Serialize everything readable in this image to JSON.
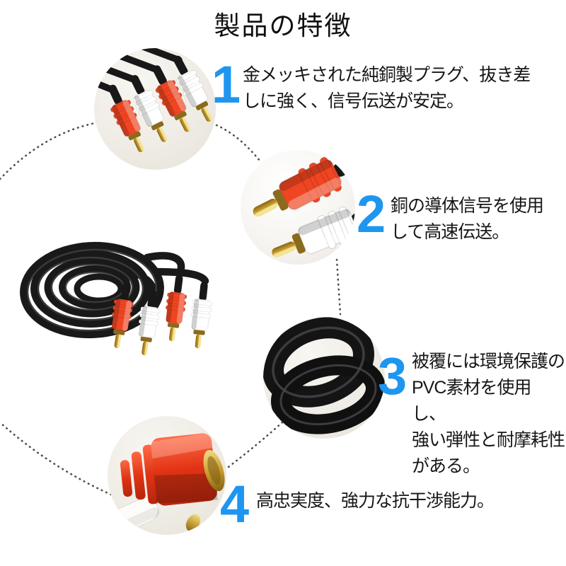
{
  "title": "製品の特徴",
  "colors": {
    "accent": "#1e96f0",
    "dot": "#4d4d4d",
    "text": "#161616"
  },
  "features": [
    {
      "num": "1",
      "lines": [
        "金メッキされた純銅製プラグ、抜き差",
        "しに強く、信号伝送が安定。"
      ]
    },
    {
      "num": "2",
      "lines": [
        "銅の導体信号を使用",
        "して高速伝送。"
      ]
    },
    {
      "num": "3",
      "lines": [
        "被覆には環境保護の",
        "PVC素材を使用し、",
        "強い弾性と耐摩耗性",
        "がある。"
      ]
    },
    {
      "num": "4",
      "lines": [
        "高忠実度、強力な抗干渉能力。"
      ]
    }
  ],
  "illustrations": {
    "bubble1": "four-rca-plugs-photo",
    "bubble2": "red-white-plug-closeup-photo",
    "bubble3": "black-cable-coil-closeup-photo",
    "bubble4": "red-connector-closeup-photo",
    "main": "coiled-rca-cable-product-photo"
  }
}
